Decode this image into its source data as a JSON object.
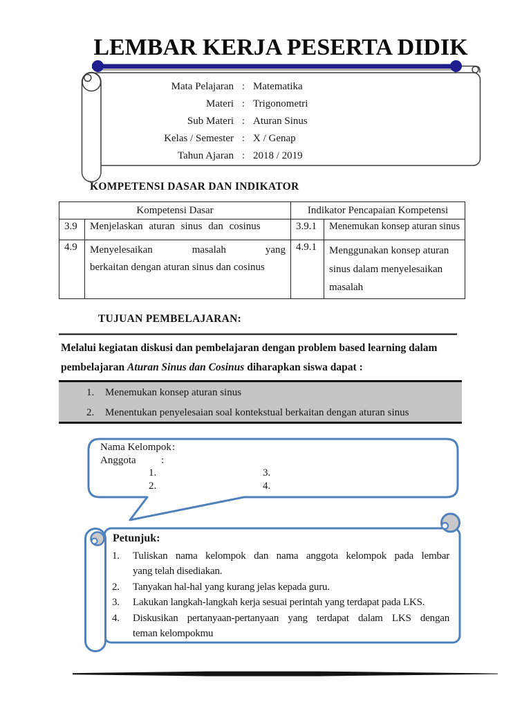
{
  "doc": {
    "title": "LEMBAR KERJA PESERTA DIDIK"
  },
  "colors": {
    "navy": "#1e1e8f",
    "accent_blue": "#4f81bd",
    "gray_fill": "#c5c5c5",
    "curl_gray": "#c9c9c9"
  },
  "meta": {
    "rows": [
      {
        "label": "Mata Pelajaran",
        "sep": ":",
        "value": "Matematika"
      },
      {
        "label": "Materi",
        "sep": ":",
        "value": "Trigonometri"
      },
      {
        "label": "Sub Materi",
        "sep": ":",
        "value": "Aturan Sinus"
      },
      {
        "label": "Kelas / Semester",
        "sep": ":",
        "value": "X / Genap"
      },
      {
        "label": "Tahun Ajaran",
        "sep": ":",
        "value": "2018 / 2019"
      }
    ]
  },
  "kompetensi": {
    "heading": "KOMPETENSI DASAR DAN INDIKATOR",
    "table": {
      "headers": [
        "Kompetensi Dasar",
        "Indikator Pencapaian Kompetensi"
      ],
      "rows": [
        {
          "kd_no": "3.9",
          "kd": "Menjelaskan aturan sinus dan cosinus",
          "ipk_no": "3.9.1",
          "ipk": "Menemukan konsep aturan sinus"
        },
        {
          "kd_no": "4.9",
          "kd_line1": "Menyelesaikan masalah yang",
          "kd_line2": "berkaitan dengan aturan sinus dan cosinus",
          "ipk_no": "4.9.1",
          "ipk": "Menggunakan konsep aturan sinus dalam menyelesaikan masalah"
        }
      ]
    }
  },
  "tujuan": {
    "heading": "TUJUAN PEMBELAJARAN:",
    "intro_part1": "Melalui kegiatan diskusi dan pembelajaran dengan problem based learning dalam pembelajaran ",
    "intro_italic": "Aturan Sinus dan Cosinus",
    "intro_part2": " diharapkan siswa dapat  :",
    "goals": [
      {
        "no": "1.",
        "text": "Menemukan konsep aturan sinus"
      },
      {
        "no": "2.",
        "text": "Menentukan penyelesaian soal kontekstual berkaitan dengan aturan sinus"
      }
    ]
  },
  "kelompok": {
    "line1_label": "Nama Kelompok",
    "line1_sep": ":",
    "line2_label": "Anggota",
    "line2_sep": ":",
    "rows": [
      {
        "a": "1.",
        "b": "3."
      },
      {
        "a": "2.",
        "b": "4."
      }
    ]
  },
  "petunjuk": {
    "heading": "Petunjuk:",
    "items": [
      {
        "no": "1.",
        "line1": "Tuliskan nama kelompok dan nama anggota kelompok pada lembar",
        "line2": "yang telah disediakan."
      },
      {
        "no": "2.",
        "line1": "Tanyakan hal-hal yang kurang jelas kepada guru."
      },
      {
        "no": "3.",
        "line1": "Lakukan langkah-langkah kerja sesuai perintah yang terdapat pada LKS."
      },
      {
        "no": "4.",
        "line1": "Diskusikan pertanyaan-pertanyaan yang terdapat dalam LKS dengan",
        "line2": "teman kelompokmu"
      }
    ]
  }
}
